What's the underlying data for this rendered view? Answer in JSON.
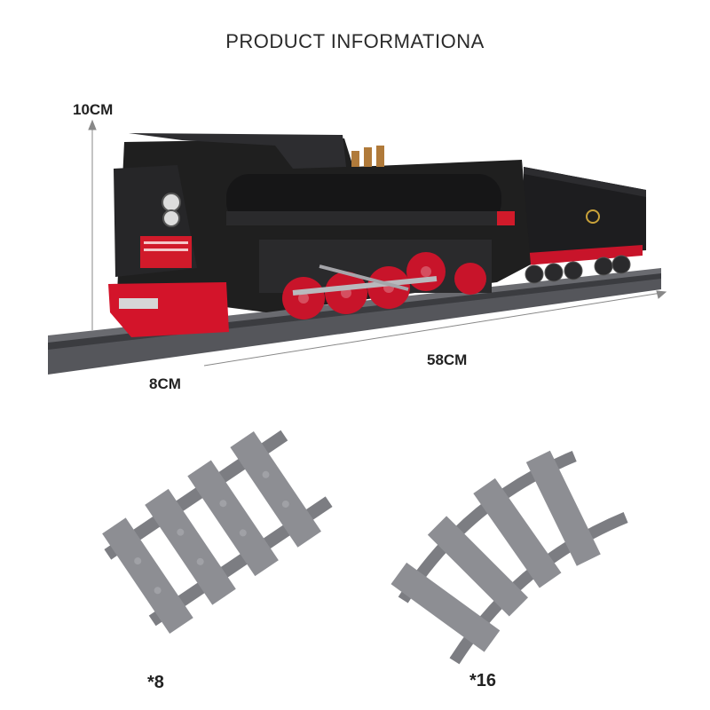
{
  "header": {
    "title": "PRODUCT INFORMATIONA"
  },
  "dimensions": {
    "height": "10CM",
    "length": "58CM",
    "width": "8CM"
  },
  "pieces": [
    {
      "name": "straight-track",
      "count": "*8"
    },
    {
      "name": "curved-track",
      "count": "*16"
    }
  ],
  "colors": {
    "locomotive_body": "#1f1f1f",
    "wheels": "#c8142a",
    "track": "#7f8084",
    "sign": "#d11a2a"
  }
}
